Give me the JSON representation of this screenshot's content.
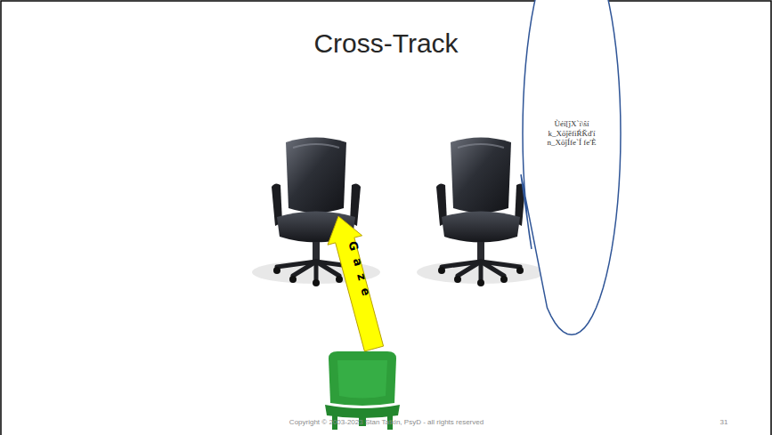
{
  "diagram": {
    "title": "Cross-Track",
    "nodes": [
      {
        "text": [
          "Ùéí[ĵX`i\\ŝí k_XŏĵěfiŔǨďí n_XŏĵÍfe`Í fe'È"
        ]
      }
    ],
    "labels": [
      "Gaze",
      "Copyright © 2003-2023 Stan Tatkin, PsyD - all rights reserved",
      "31"
    ]
  }
}
